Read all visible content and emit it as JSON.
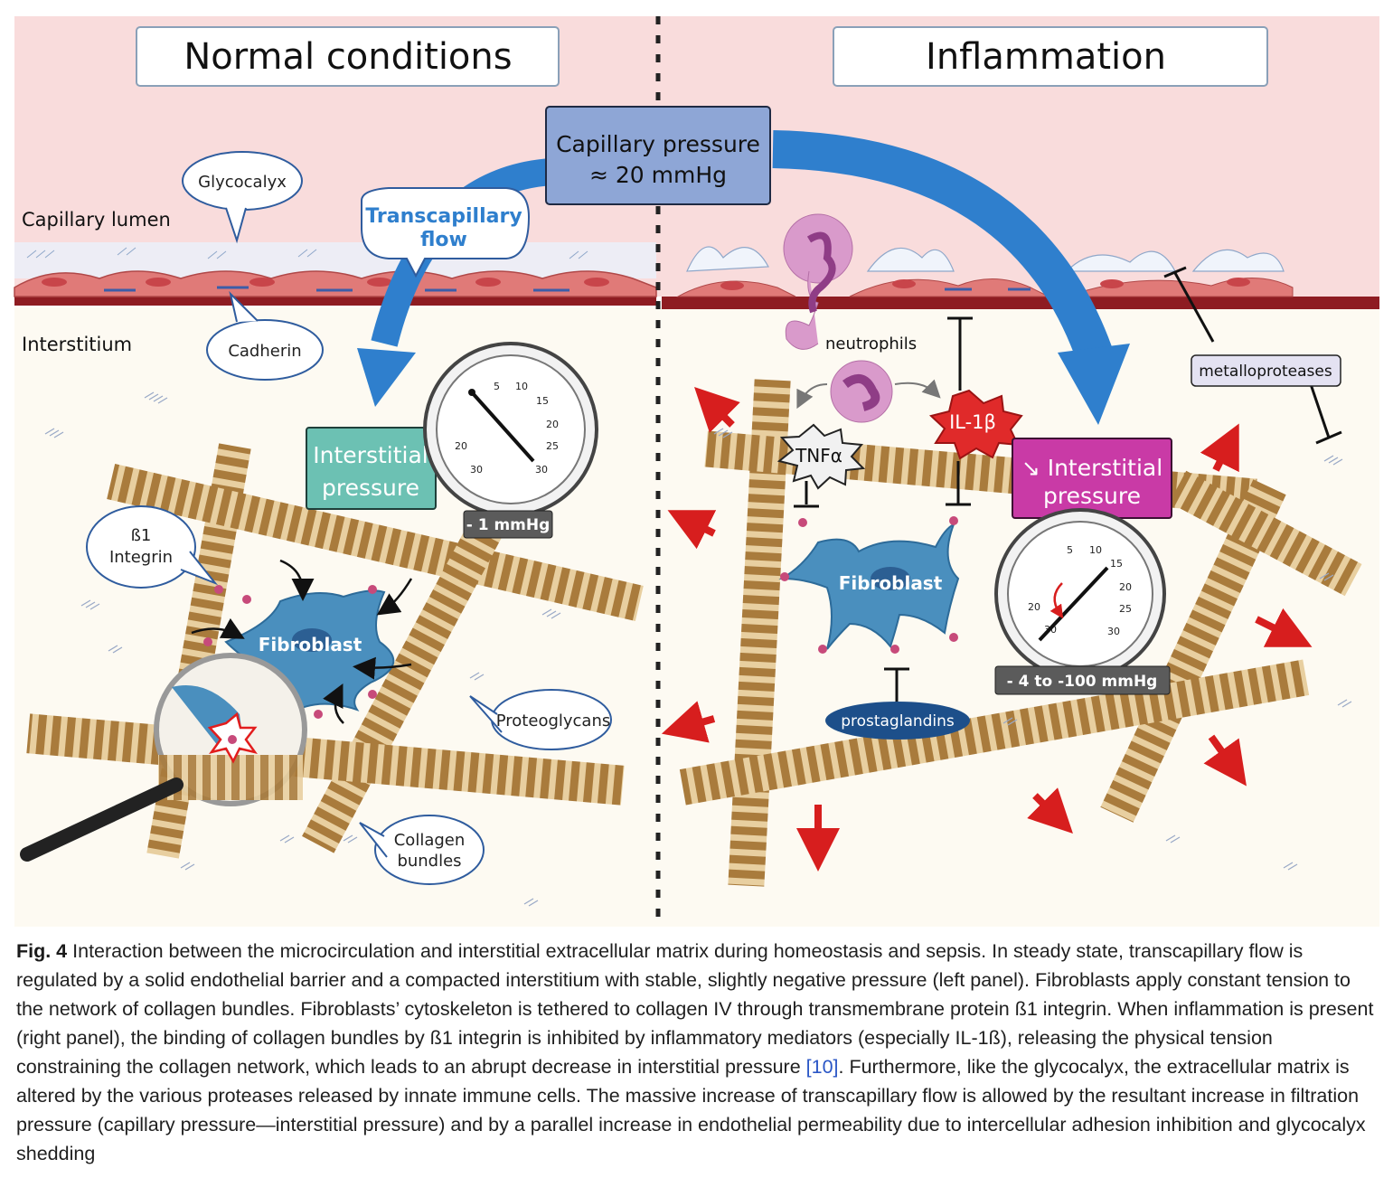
{
  "panels": {
    "left_title": "Normal conditions",
    "right_title": "Inflammation"
  },
  "regions": {
    "capillary_lumen": "Capillary lumen",
    "interstitium": "Interstitium"
  },
  "labels": {
    "capillary_pressure_line1": "Capillary pressure",
    "capillary_pressure_line2": "≈ 20 mmHg",
    "transcapillary_line1": "Transcapillary",
    "transcapillary_line2": "flow",
    "glycocalyx": "Glycocalyx",
    "cadherin": "Cadherin",
    "b1_line1": "ß1",
    "b1_line2": "Integrin",
    "proteoglycans": "Proteoglycans",
    "collagen_line1": "Collagen",
    "collagen_line2": "bundles",
    "fibroblast_left": "Fibroblast",
    "fibroblast_right": "Fibroblast",
    "interstitial_left_line1": "Interstitial",
    "interstitial_left_line2": "pressure",
    "interstitial_right_line1": "↘ Interstitial",
    "interstitial_right_line2": "pressure",
    "gauge_left_reading": "- 1 mmHg",
    "gauge_right_reading": "- 4 to -100 mmHg",
    "neutrophils": "neutrophils",
    "tnfa": "TNFα",
    "il1b": "IL-1β",
    "metalloproteases": "metalloproteases",
    "prostaglandins": "prostaglandins"
  },
  "gauge_ticks": [
    "5",
    "10",
    "15",
    "20",
    "25",
    "30",
    "20",
    "30"
  ],
  "caption": {
    "fig_label": "Fig. 4",
    "text_before_ref": "Interaction between the microcirculation and interstitial extracellular matrix during homeostasis and sepsis. In steady state, transcapillary flow is regulated by a solid endothelial barrier and a compacted interstitium with stable, slightly negative pressure (left panel). Fibroblasts apply constant tension to the network of collagen bundles. Fibroblasts’ cytoskeleton is tethered to collagen IV through transmembrane protein ß1 integrin. When inflammation is present (right panel), the binding of collagen bundles by ß1 integrin is inhibited by inflammatory mediators (especially IL-1ß), releasing the physical tension constraining the collagen network, which leads to an abrupt decrease in interstitial pressure ",
    "ref": "[10]",
    "text_after_ref": ". Furthermore, like the glycocalyx, the extracellular matrix is altered by the various proteases released by innate immune cells. The massive increase of transcapillary flow is allowed by the resultant increase in filtration pressure (capillary pressure—interstitial pressure) and by a parallel increase in endothelial permeability due to intercellular adhesion inhibition and glycocalyx shedding"
  },
  "colors": {
    "lumen": "#f9dcdc",
    "interstitium": "#fdfaf2",
    "vessel_wall": "#8e1c22",
    "endothelium": "#e07a78",
    "flow_arrow": "#2f7fcd",
    "capillary_box": "#8ea6d6",
    "interstitial_box_left": "#6cc1b3",
    "interstitial_box_right": "#c93aa6",
    "fibroblast": "#4a8fbe",
    "collagen": "#b58a4a",
    "red_arrow": "#d71e1e",
    "neutrophil": "#d99acb",
    "prostaglandins": "#1d4f8a"
  }
}
